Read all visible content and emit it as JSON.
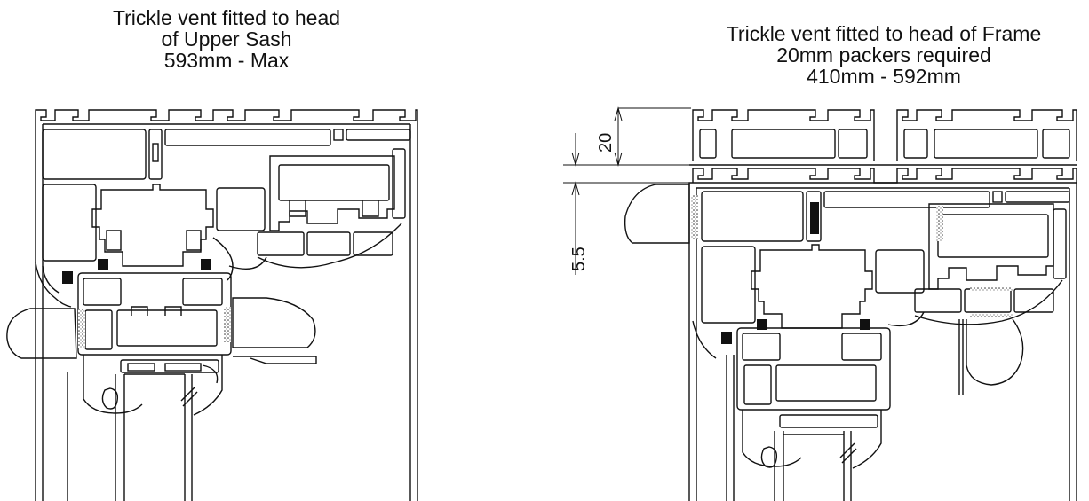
{
  "left_detail": {
    "caption": [
      "Trickle vent fitted to head",
      "of Upper Sash",
      "593mm - Max"
    ]
  },
  "right_detail": {
    "caption": [
      "Trickle vent fitted to head of Frame",
      "20mm packers required",
      "410mm - 592mm"
    ],
    "dimensions": [
      "20",
      "5.5"
    ]
  }
}
